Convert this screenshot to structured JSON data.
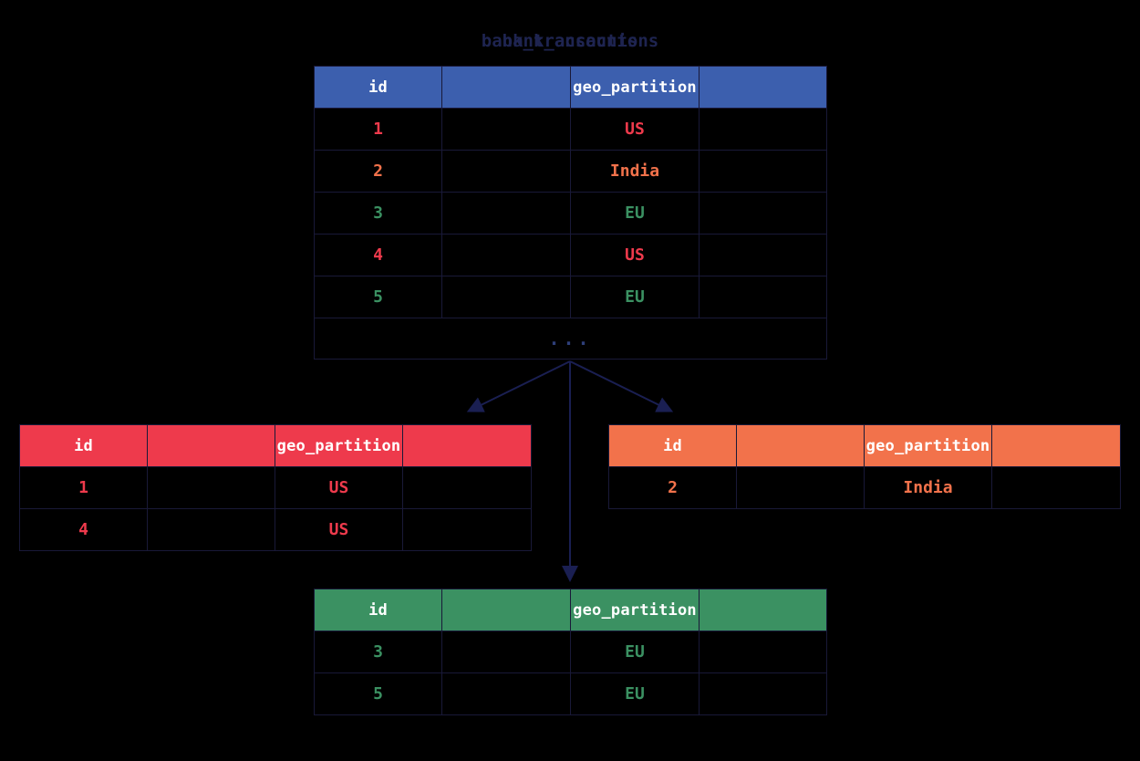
{
  "title": {
    "line1": "bank_transactions",
    "line2": "bank_accounts"
  },
  "colors": {
    "background": "#000000",
    "border": "#191938",
    "source_header": "#3c5fae",
    "us": "#ee3a4c",
    "india": "#f2724b",
    "eu": "#3b9162",
    "arrow": "#1a1f52",
    "header_text": "#ffffff",
    "ellipsis": "#2e3f7a"
  },
  "source_table": {
    "name": "bank_transactions",
    "columns": [
      "id",
      "",
      "geo_partition",
      ""
    ],
    "rows": [
      {
        "id": "1",
        "blank1": "",
        "geo_partition": "US",
        "blank2": "",
        "color": "us"
      },
      {
        "id": "2",
        "blank1": "",
        "geo_partition": "India",
        "blank2": "",
        "color": "india"
      },
      {
        "id": "3",
        "blank1": "",
        "geo_partition": "EU",
        "blank2": "",
        "color": "eu"
      },
      {
        "id": "4",
        "blank1": "",
        "geo_partition": "US",
        "blank2": "",
        "color": "us"
      },
      {
        "id": "5",
        "blank1": "",
        "geo_partition": "EU",
        "blank2": "",
        "color": "eu"
      }
    ],
    "ellipsis": "..."
  },
  "partitions": [
    {
      "key": "us",
      "caption": "",
      "columns": [
        "id",
        "",
        "geo_partition",
        ""
      ],
      "rows": [
        {
          "id": "1",
          "blank1": "",
          "geo_partition": "US",
          "blank2": ""
        },
        {
          "id": "4",
          "blank1": "",
          "geo_partition": "US",
          "blank2": ""
        }
      ]
    },
    {
      "key": "india",
      "caption": "",
      "columns": [
        "id",
        "",
        "geo_partition",
        ""
      ],
      "rows": [
        {
          "id": "2",
          "blank1": "",
          "geo_partition": "India",
          "blank2": ""
        }
      ]
    },
    {
      "key": "eu",
      "caption": "",
      "columns": [
        "id",
        "",
        "geo_partition",
        ""
      ],
      "rows": [
        {
          "id": "3",
          "blank1": "",
          "geo_partition": "EU",
          "blank2": ""
        },
        {
          "id": "5",
          "blank1": "",
          "geo_partition": "EU",
          "blank2": ""
        }
      ]
    }
  ],
  "arrows": [
    {
      "name": "arrow-to-us-partition",
      "from": "source_table",
      "to": "us"
    },
    {
      "name": "arrow-to-eu-partition",
      "from": "source_table",
      "to": "eu"
    },
    {
      "name": "arrow-to-india-partition",
      "from": "source_table",
      "to": "india"
    }
  ]
}
